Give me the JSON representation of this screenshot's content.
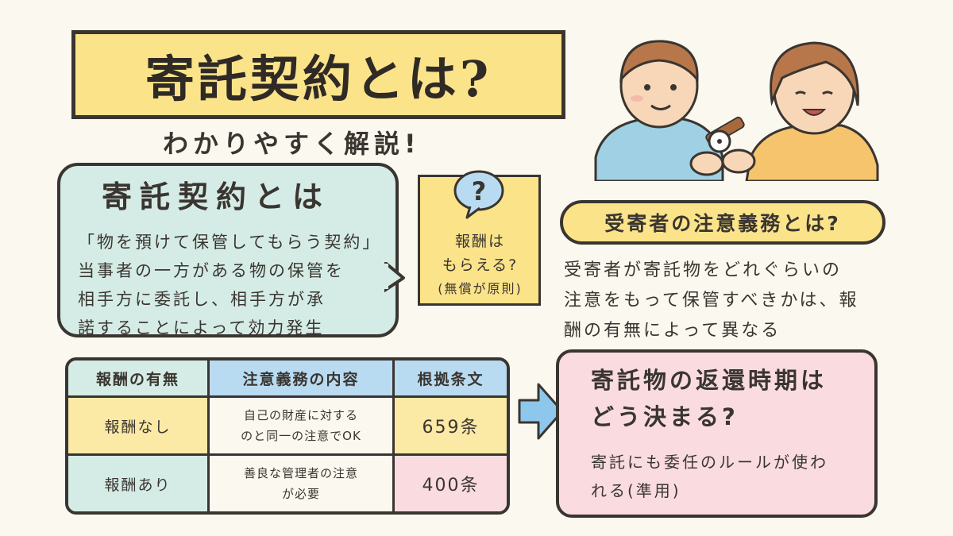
{
  "title": "寄託契約とは?",
  "subtitle": "わかりやすく解説!",
  "definition": {
    "heading": "寄託契約とは",
    "lines": [
      "「物を預けて保管してもらう契約」",
      "当事者の一方がある物の保管を",
      "相手方に委託し、相手方が承",
      "諾することによって効力発生"
    ]
  },
  "note": {
    "lines": [
      "報酬は",
      "もらえる?",
      "(無償が原則)"
    ],
    "icon": "question-bubble-icon"
  },
  "duty": {
    "heading": "受寄者の注意義務とは?",
    "lines": [
      "受寄者が寄託物をどれぐらいの",
      "注意をもって保管すべきかは、報",
      "酬の有無によって異なる"
    ]
  },
  "table": {
    "headers": [
      "報酬の有無",
      "注意義務の内容",
      "根拠条文"
    ],
    "rows": [
      {
        "label": "報酬なし",
        "content": [
          "自己の財産に対する",
          "のと同一の注意でOK"
        ],
        "article": "659条"
      },
      {
        "label": "報酬あり",
        "content": [
          "善良な管理者の注意",
          "が必要"
        ],
        "article": "400条"
      }
    ]
  },
  "return_box": {
    "heading": [
      "寄託物の返還時期は",
      "どう決まる?"
    ],
    "lines": [
      "寄託にも委任のルールが使わ",
      "れる(準用)"
    ]
  },
  "colors": {
    "yellow": "#fbe38a",
    "mint": "#d5ece6",
    "pink": "#fadce0",
    "blue": "#b9dbf2",
    "arrow": "#8ec7ec"
  }
}
